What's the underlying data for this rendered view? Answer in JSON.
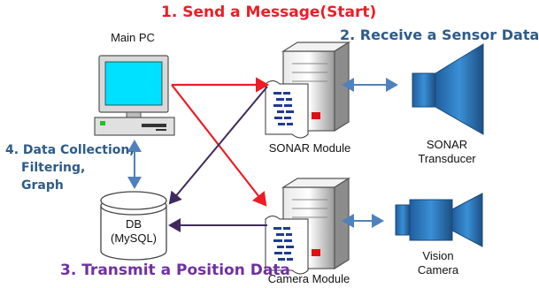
{
  "steps": {
    "send": "1. Send a Message(Start)",
    "receive": "2. Receive a Sensor Data",
    "transmit": "3. Transmit a Position Data",
    "collect_line1": "4. Data Collection,",
    "collect_line2": "Filtering,",
    "collect_line3": "Graph"
  },
  "nodes": {
    "main_pc": "Main PC",
    "sonar_module": "SONAR Module",
    "sonar_transducer_line1": "SONAR",
    "sonar_transducer_line2": "Transducer",
    "db_line1": "DB",
    "db_line2": "(MySQL)",
    "camera_module": "Camera Module",
    "vision_camera_line1": "Vision",
    "vision_camera_line2": "Camera"
  },
  "colors": {
    "send_arrow": "#ee1c25",
    "receive_text": "#2e5b8a",
    "transmit_text": "#7030a0",
    "transmit_arrow": "#3f2a5e",
    "link_arrow": "#4f81bd",
    "device_blue": "#2e75b6"
  }
}
